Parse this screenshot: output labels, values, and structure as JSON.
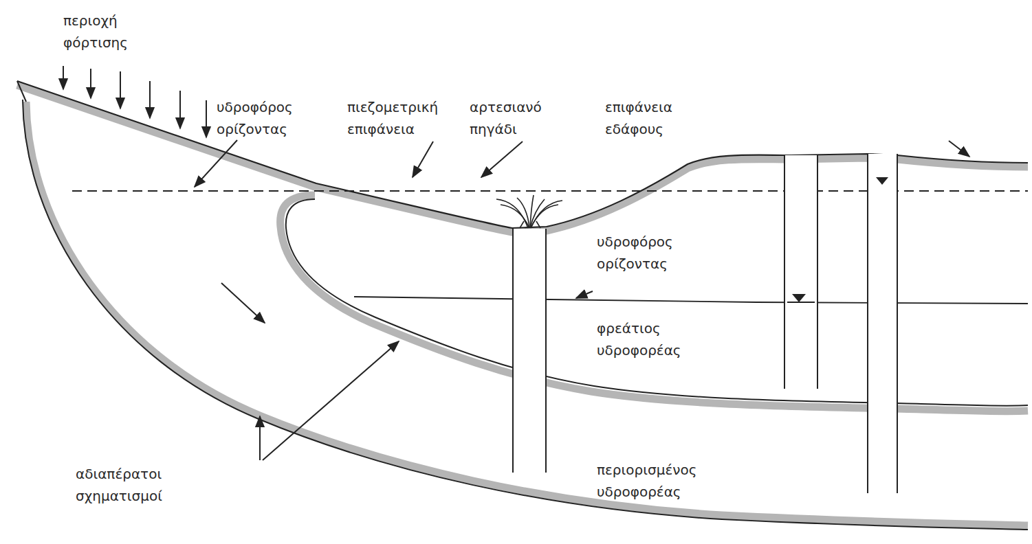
{
  "diagram": {
    "labels": [
      "περιοχή φόρτισης",
      "υδροφόρος ορίζοντας",
      "πιεζομετρική επιφάνεια",
      "αρτεσιανό πηγάδι",
      "επιφάνεια εδάφους",
      "υδροφόρος ορίζοντας",
      "φρεάτιος υδροφορέας",
      "αδιαπέρατοι σχηματισμοί",
      "περιορισμένος υδροφορέας"
    ]
  }
}
